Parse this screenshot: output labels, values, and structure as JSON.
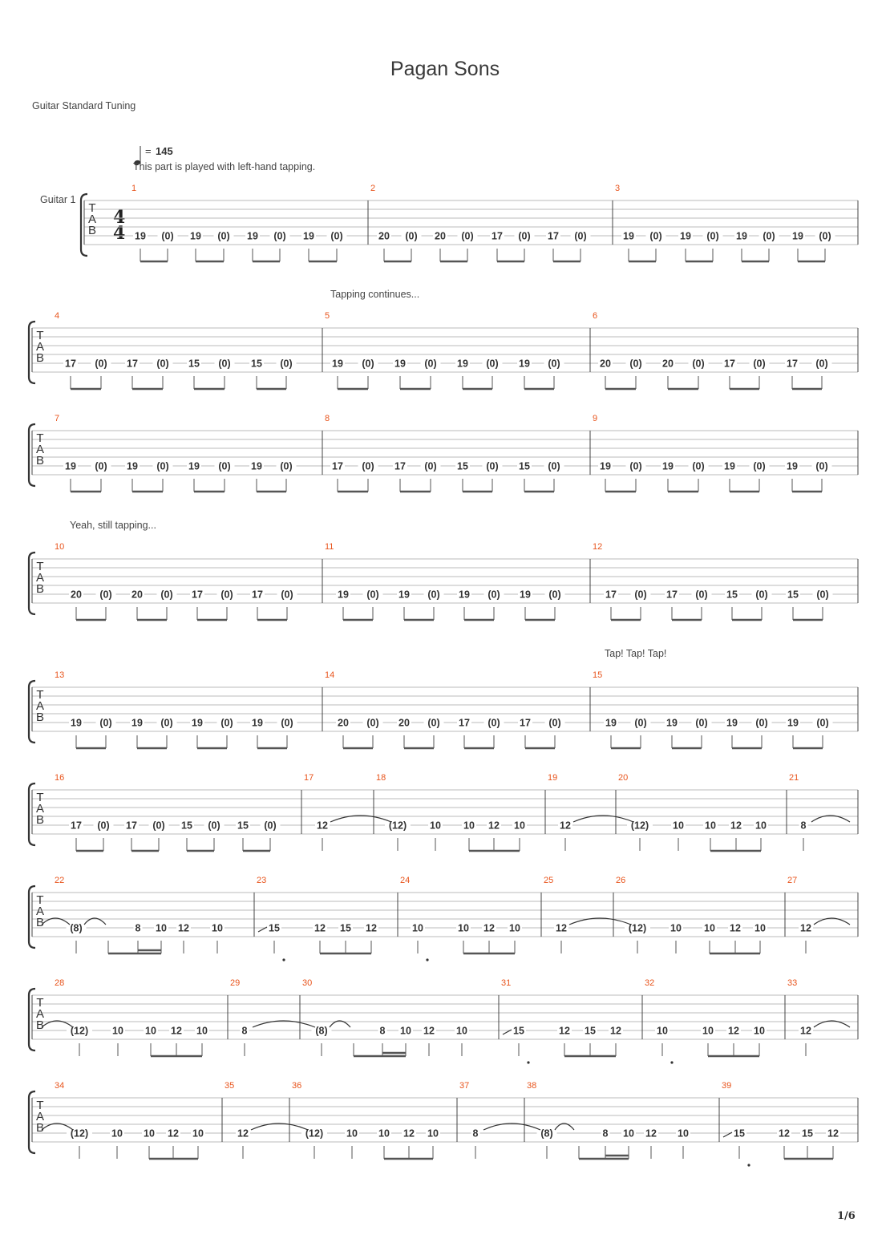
{
  "title": "Pagan Sons",
  "tuning": "Guitar Standard Tuning",
  "page_number": "1/6",
  "tempo": {
    "symbol": "=",
    "bpm": "145"
  },
  "time_signature": {
    "top": "4",
    "bottom": "4"
  },
  "track_name": "Guitar 1",
  "tab_clef": [
    "T",
    "A",
    "B"
  ],
  "annotations": [
    "This part is played with left-hand tapping.",
    "Tapping continues...",
    "Yeah, still tapping...",
    "Tap! Tap! Tap!"
  ],
  "measures": [
    {
      "n": "1",
      "notes": [
        "19",
        "(0)",
        "19",
        "(0)",
        "19",
        "(0)",
        "19",
        "(0)"
      ]
    },
    {
      "n": "2",
      "notes": [
        "20",
        "(0)",
        "20",
        "(0)",
        "17",
        "(0)",
        "17",
        "(0)"
      ]
    },
    {
      "n": "3",
      "notes": [
        "19",
        "(0)",
        "19",
        "(0)",
        "19",
        "(0)",
        "19",
        "(0)"
      ]
    },
    {
      "n": "4",
      "notes": [
        "17",
        "(0)",
        "17",
        "(0)",
        "15",
        "(0)",
        "15",
        "(0)"
      ]
    },
    {
      "n": "5",
      "notes": [
        "19",
        "(0)",
        "19",
        "(0)",
        "19",
        "(0)",
        "19",
        "(0)"
      ]
    },
    {
      "n": "6",
      "notes": [
        "20",
        "(0)",
        "20",
        "(0)",
        "17",
        "(0)",
        "17",
        "(0)"
      ]
    },
    {
      "n": "7",
      "notes": [
        "19",
        "(0)",
        "19",
        "(0)",
        "19",
        "(0)",
        "19",
        "(0)"
      ]
    },
    {
      "n": "8",
      "notes": [
        "17",
        "(0)",
        "17",
        "(0)",
        "15",
        "(0)",
        "15",
        "(0)"
      ]
    },
    {
      "n": "9",
      "notes": [
        "19",
        "(0)",
        "19",
        "(0)",
        "19",
        "(0)",
        "19",
        "(0)"
      ]
    },
    {
      "n": "10",
      "notes": [
        "20",
        "(0)",
        "20",
        "(0)",
        "17",
        "(0)",
        "17",
        "(0)"
      ]
    },
    {
      "n": "11",
      "notes": [
        "19",
        "(0)",
        "19",
        "(0)",
        "19",
        "(0)",
        "19",
        "(0)"
      ]
    },
    {
      "n": "12",
      "notes": [
        "17",
        "(0)",
        "17",
        "(0)",
        "15",
        "(0)",
        "15",
        "(0)"
      ]
    },
    {
      "n": "13",
      "notes": [
        "19",
        "(0)",
        "19",
        "(0)",
        "19",
        "(0)",
        "19",
        "(0)"
      ]
    },
    {
      "n": "14",
      "notes": [
        "20",
        "(0)",
        "20",
        "(0)",
        "17",
        "(0)",
        "17",
        "(0)"
      ]
    },
    {
      "n": "15",
      "notes": [
        "19",
        "(0)",
        "19",
        "(0)",
        "19",
        "(0)",
        "19",
        "(0)"
      ]
    },
    {
      "n": "16",
      "notes": [
        "17",
        "(0)",
        "17",
        "(0)",
        "15",
        "(0)",
        "15",
        "(0)"
      ]
    },
    {
      "n": "17",
      "notes": [
        "12"
      ]
    },
    {
      "n": "18",
      "notes": [
        "(12)",
        "10",
        "10",
        "12",
        "10"
      ]
    },
    {
      "n": "19",
      "notes": [
        "12"
      ]
    },
    {
      "n": "20",
      "notes": [
        "(12)",
        "10",
        "10",
        "12",
        "10"
      ]
    },
    {
      "n": "21",
      "notes": [
        "8"
      ]
    },
    {
      "n": "22",
      "notes": [
        "(8)",
        "8",
        "10",
        "12",
        "10"
      ]
    },
    {
      "n": "23",
      "notes": [
        "15",
        "12",
        "15",
        "12"
      ]
    },
    {
      "n": "24",
      "notes": [
        "10",
        "10",
        "12",
        "10"
      ]
    },
    {
      "n": "25",
      "notes": [
        "12"
      ]
    },
    {
      "n": "26",
      "notes": [
        "(12)",
        "10",
        "10",
        "12",
        "10"
      ]
    },
    {
      "n": "27",
      "notes": [
        "12"
      ]
    },
    {
      "n": "28",
      "notes": [
        "(12)",
        "10",
        "10",
        "12",
        "10"
      ]
    },
    {
      "n": "29",
      "notes": [
        "8"
      ]
    },
    {
      "n": "30",
      "notes": [
        "(8)",
        "8",
        "10",
        "12",
        "10"
      ]
    },
    {
      "n": "31",
      "notes": [
        "15",
        "12",
        "15",
        "12"
      ]
    },
    {
      "n": "32",
      "notes": [
        "10",
        "10",
        "12",
        "10"
      ]
    },
    {
      "n": "33",
      "notes": [
        "12"
      ]
    },
    {
      "n": "34",
      "notes": [
        "(12)",
        "10",
        "10",
        "12",
        "10"
      ]
    },
    {
      "n": "35",
      "notes": [
        "12"
      ]
    },
    {
      "n": "36",
      "notes": [
        "(12)",
        "10",
        "10",
        "12",
        "10"
      ]
    },
    {
      "n": "37",
      "notes": [
        "8"
      ]
    },
    {
      "n": "38",
      "notes": [
        "(8)",
        "8",
        "10",
        "12",
        "10"
      ]
    },
    {
      "n": "39",
      "notes": [
        "15",
        "12",
        "15",
        "12"
      ]
    }
  ],
  "colors": {
    "measure_number": "#e8541c",
    "staff_line": "#bbbbbb",
    "ink": "#333333"
  }
}
